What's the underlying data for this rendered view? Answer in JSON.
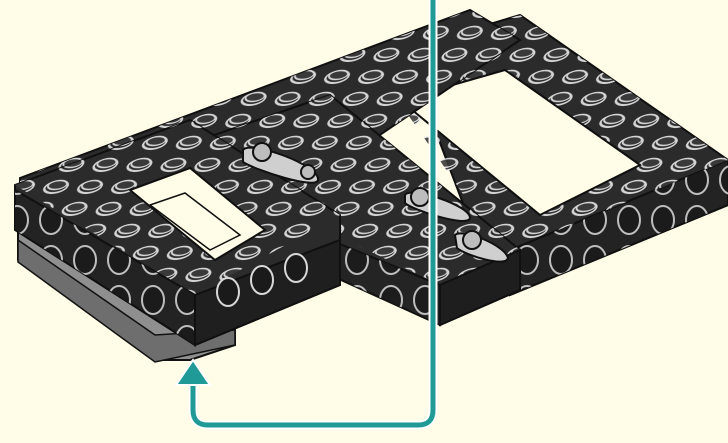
{
  "figure": {
    "background": "#fffce8",
    "brick_color": "#2b2b2b",
    "brick_edge": "#101010",
    "stud_top": "#e8e8e8",
    "hole_color": "#d9d9d9",
    "pin_color": "#cfcfcf",
    "plate_color": "#8f8f8f",
    "arrow_color": "#1f9a96"
  },
  "callouts": [
    {
      "id": "pin-1",
      "label": "",
      "icon": "axle-pin-icon"
    },
    {
      "id": "pin-2",
      "label": "",
      "icon": "axle-pin-icon"
    },
    {
      "id": "pin-3",
      "label": "",
      "icon": "axle-pin-icon"
    }
  ],
  "arrow": {
    "icon": "arrow-up-icon",
    "meaning": ""
  }
}
